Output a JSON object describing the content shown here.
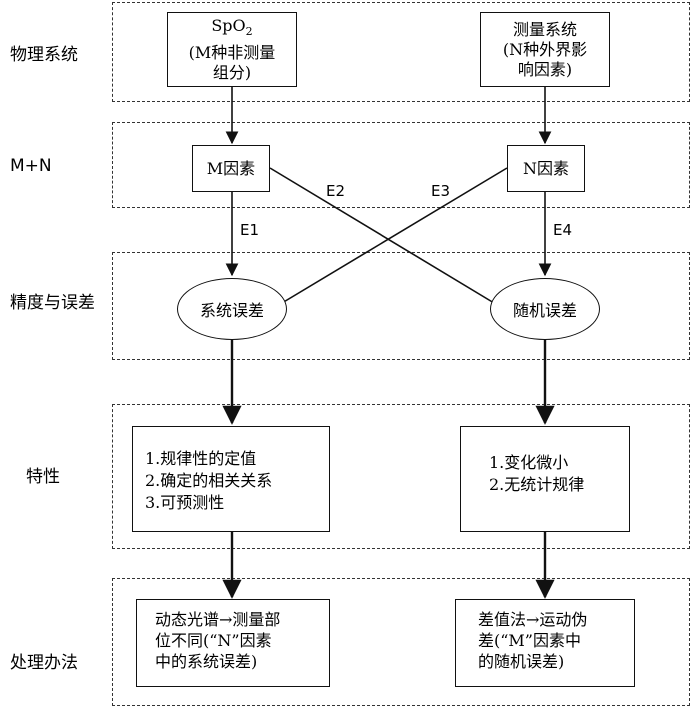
{
  "rows": {
    "physical": "物理系统",
    "mn": "M+N",
    "precision": "精度与误差",
    "property": "特性",
    "processing": "处理办法"
  },
  "spo2_box": {
    "main": "SpO",
    "sub": "2",
    "line2": "(M种非测量",
    "line3": "组分)"
  },
  "measure_box": {
    "line1": "测量系统",
    "line2": "(N种外界影",
    "line3": "响因素)"
  },
  "m_factor": "M因素",
  "n_factor": "N因素",
  "edges": {
    "e1": "E1",
    "e2": "E2",
    "e3": "E3",
    "e4": "E4"
  },
  "systematic_error": "系统误差",
  "random_error": "随机误差",
  "left_property": [
    "1.规律性的定值",
    "2.确定的相关关系",
    "3.可预测性"
  ],
  "right_property": [
    "1.变化微小",
    "2.无统计规律"
  ],
  "left_method": [
    "动态光谱→测量部",
    "位不同(“N”因素",
    "中的系统误差)"
  ],
  "right_method": [
    "差值法→运动伪",
    "差(“M”因素中",
    "的随机误差)"
  ]
}
